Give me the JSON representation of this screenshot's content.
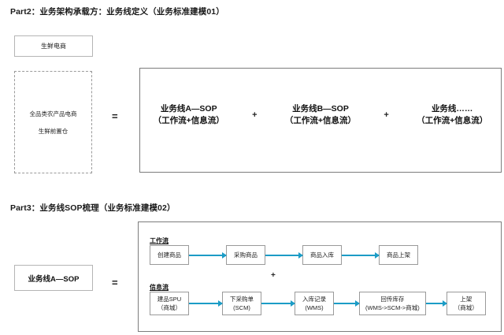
{
  "part2": {
    "title": "Part2：业务架构承载方：业务线定义（业务标准建模01）",
    "brand_box": "生鲜电商",
    "carrier_box": {
      "line1": "全品类农产品电商",
      "line2": "生鲜前置仓"
    },
    "equals_sign": "=",
    "plus_sign": "+",
    "business_lines": [
      {
        "name": "业务线A—SOP",
        "detail": "（工作流+信息流）"
      },
      {
        "name": "业务线B—SOP",
        "detail": "（工作流+信息流）"
      },
      {
        "name": "业务线……",
        "detail": "（工作流+信息流）"
      }
    ]
  },
  "part3": {
    "title": "Part3：业务线SOP梳理（业务标准建模02）",
    "line_box": "业务线A—SOP",
    "equals_sign": "=",
    "plus_sign": "+",
    "workflow": {
      "label": "工作流",
      "nodes": [
        {
          "main": "创建商品",
          "sub": ""
        },
        {
          "main": "采购商品",
          "sub": ""
        },
        {
          "main": "商品入库",
          "sub": ""
        },
        {
          "main": "商品上架",
          "sub": ""
        }
      ]
    },
    "infoflow": {
      "label": "信息流",
      "nodes": [
        {
          "main": "建品SPU",
          "sub": "（商城）"
        },
        {
          "main": "下采购单",
          "sub": "(SCM)"
        },
        {
          "main": "入库记录",
          "sub": "(WMS)"
        },
        {
          "main": "回传库存",
          "sub": "(WMS->SCM->商城)"
        },
        {
          "main": "上架",
          "sub": "（商城）"
        }
      ]
    }
  },
  "colors": {
    "arrow": "#1c9cc6",
    "panel_border": "#7c7c7c",
    "box_border": "#9a9a9a",
    "dashed_border": "#9a9a9a",
    "text": "#1c1c1c",
    "background": "#ffffff"
  }
}
